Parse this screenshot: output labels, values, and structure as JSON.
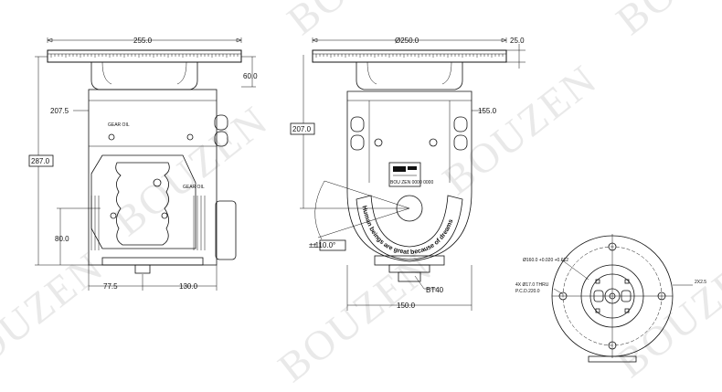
{
  "drawing": {
    "left_view": {
      "width_top": "255.0",
      "height_flange": "60.0",
      "width_side": "207.5",
      "height_total": "287.0",
      "height_lower": "80.0",
      "offset_left": "77.5",
      "offset_right": "130.0",
      "labels": [
        "GEAR OIL",
        "GEAR OIL"
      ]
    },
    "center_view": {
      "diameter_top": "Ø250.0",
      "flange_thickness": "25.0",
      "height_mid": "207.0",
      "width_side": "155.0",
      "tilt_angle": "± 110.0°",
      "tool_holder": "BT40",
      "width_bottom": "150.0",
      "arc_text": "Human beings are great because of dreams",
      "nameplate_id": "BOU ZEN 0000 0000"
    },
    "right_view": {
      "bore_tolerance": "Ø160.0 +0.020 +0.012",
      "depth": "2X2.5",
      "bolt_note_line1": "4X Ø17.0 THRU",
      "bolt_note_line2": "P.C.D.220.0"
    },
    "watermark": "BOUZEN"
  }
}
